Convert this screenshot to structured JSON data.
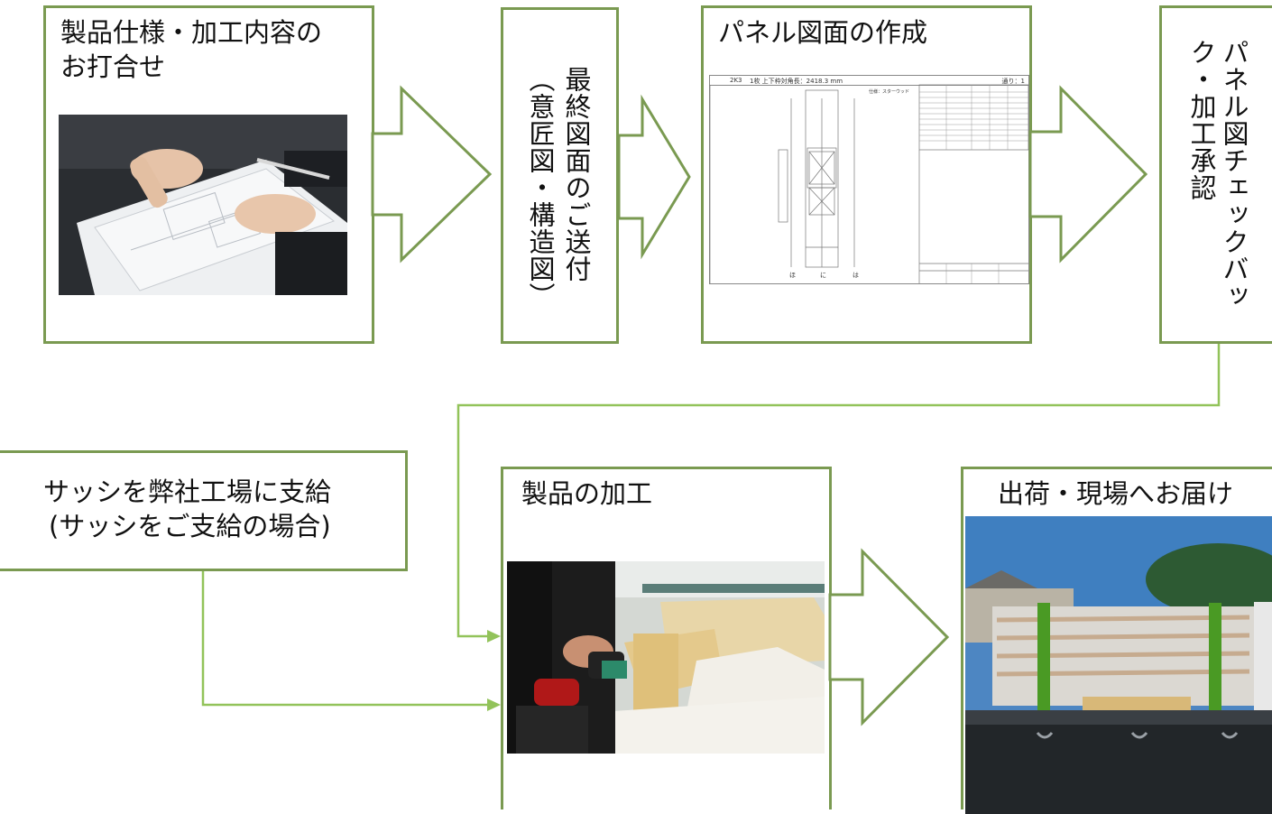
{
  "steps": {
    "meeting": {
      "title_line1": "製品仕様・加工内容の",
      "title_line2": "お打合せ"
    },
    "drawings_send": {
      "title_main": "最終図面のご送付",
      "title_sub": "（意匠図・構造図）"
    },
    "panel_drawing": {
      "title": "パネル図面の作成",
      "doc_header_left": "2K3",
      "doc_header_mid": "1枚  上下枠対角長：2418.3 mm",
      "doc_header_right": "通り：1",
      "doc_note": "仕様：スターウッド",
      "doc_axis_labels": [
        "ほ",
        "に",
        "は"
      ]
    },
    "check_back": {
      "title": "パネル図チェックバック・加工承認"
    },
    "sash_supply": {
      "title_line1": "サッシを弊社工場に支給",
      "title_line2": "(サッシをご支給の場合)"
    },
    "processing": {
      "title": "製品の加工"
    },
    "shipping": {
      "title": "出荷・現場へお届け"
    }
  },
  "colors": {
    "border": "#7a9a51",
    "connector": "#92c35a"
  },
  "icons": [
    "block-arrow-right",
    "connector-arrowhead"
  ]
}
